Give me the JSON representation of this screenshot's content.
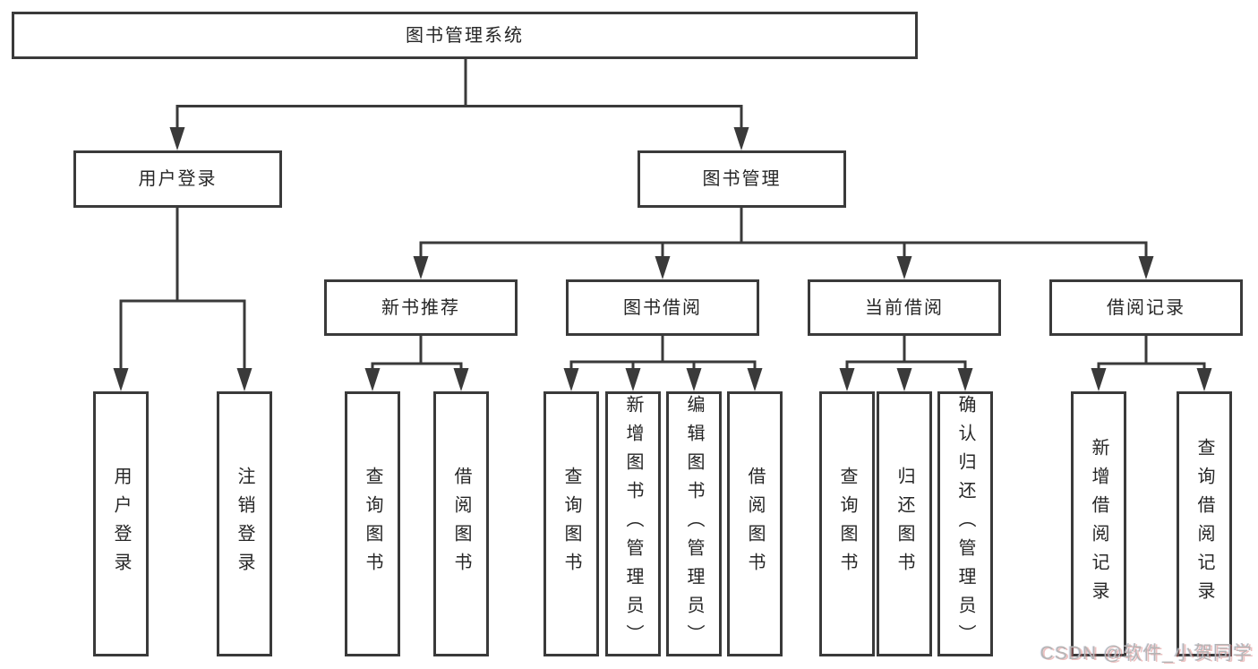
{
  "tree": {
    "label": "图书管理系统",
    "children": [
      {
        "label": "用户登录",
        "children": [
          {
            "label": "用户登录"
          },
          {
            "label": "注销登录"
          }
        ]
      },
      {
        "label": "图书管理",
        "children": [
          {
            "label": "新书推荐",
            "children": [
              {
                "label": "查询图书"
              },
              {
                "label": "借阅图书"
              }
            ]
          },
          {
            "label": "图书借阅",
            "children": [
              {
                "label": "查询图书"
              },
              {
                "label": "新增图书（管理员）"
              },
              {
                "label": "编辑图书（管理员）"
              },
              {
                "label": "借阅图书"
              }
            ]
          },
          {
            "label": "当前借阅",
            "children": [
              {
                "label": "查询图书"
              },
              {
                "label": "归还图书"
              },
              {
                "label": "确认归还（管理员）"
              }
            ]
          },
          {
            "label": "借阅记录",
            "children": [
              {
                "label": "新增借阅记录"
              },
              {
                "label": "查询借阅记录"
              }
            ]
          }
        ]
      }
    ]
  },
  "watermark": {
    "text": "CSDN @软件_小贺同学"
  },
  "colors": {
    "line": "#3a3a3a",
    "box_border": "#3a3a3a",
    "text": "#262626",
    "background": "#ffffff",
    "watermark": "#b5b5b5"
  }
}
